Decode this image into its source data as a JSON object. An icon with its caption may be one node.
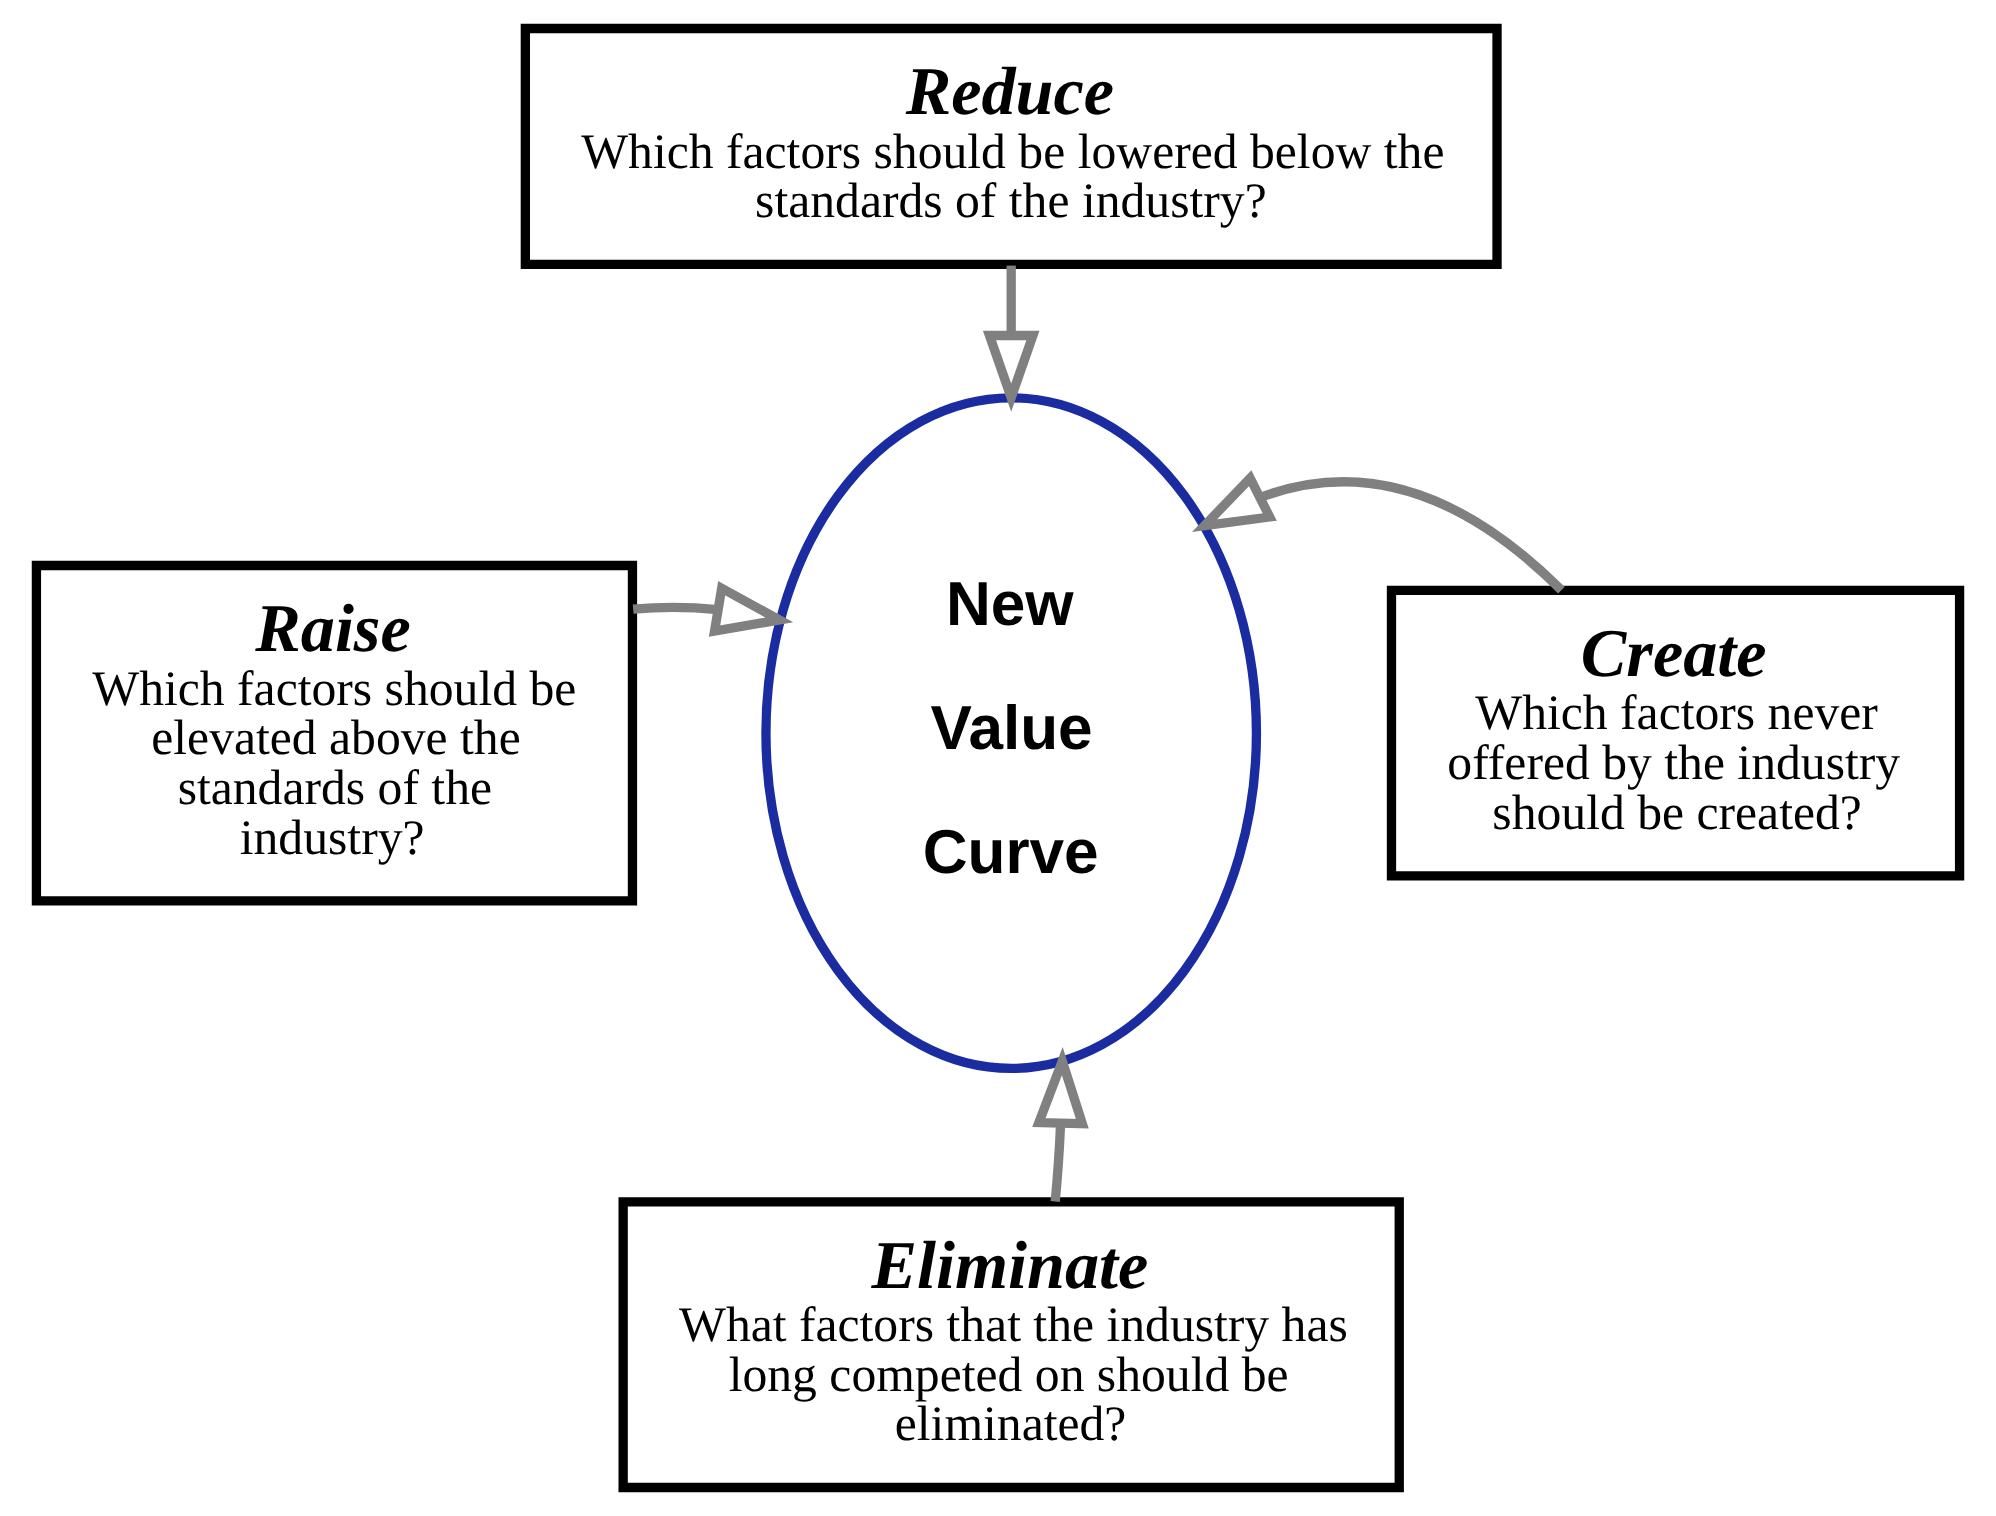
{
  "diagram": {
    "nodes": [
      {
        "text": [
          "Reduce",
          "Which factors should be lowered below the standards of the industry?"
        ]
      },
      {
        "text": [
          "Raise",
          "Which factors should be elevated above the standards of the industry?"
        ]
      },
      {
        "text": [
          "New Value Curve"
        ]
      },
      {
        "text": [
          "Create",
          "Which factors never offered by the industry should be created?"
        ]
      },
      {
        "text": [
          "Eliminate",
          "What factors that the industry has long competed on should be eliminated?"
        ]
      }
    ],
    "edges": [
      {
        "from": 0,
        "to": 2,
        "arrow": "to"
      },
      {
        "from": 1,
        "to": 2,
        "arrow": "to"
      },
      {
        "from": 3,
        "to": 2,
        "arrow": "to"
      },
      {
        "from": 4,
        "to": 2,
        "arrow": "to"
      }
    ]
  }
}
